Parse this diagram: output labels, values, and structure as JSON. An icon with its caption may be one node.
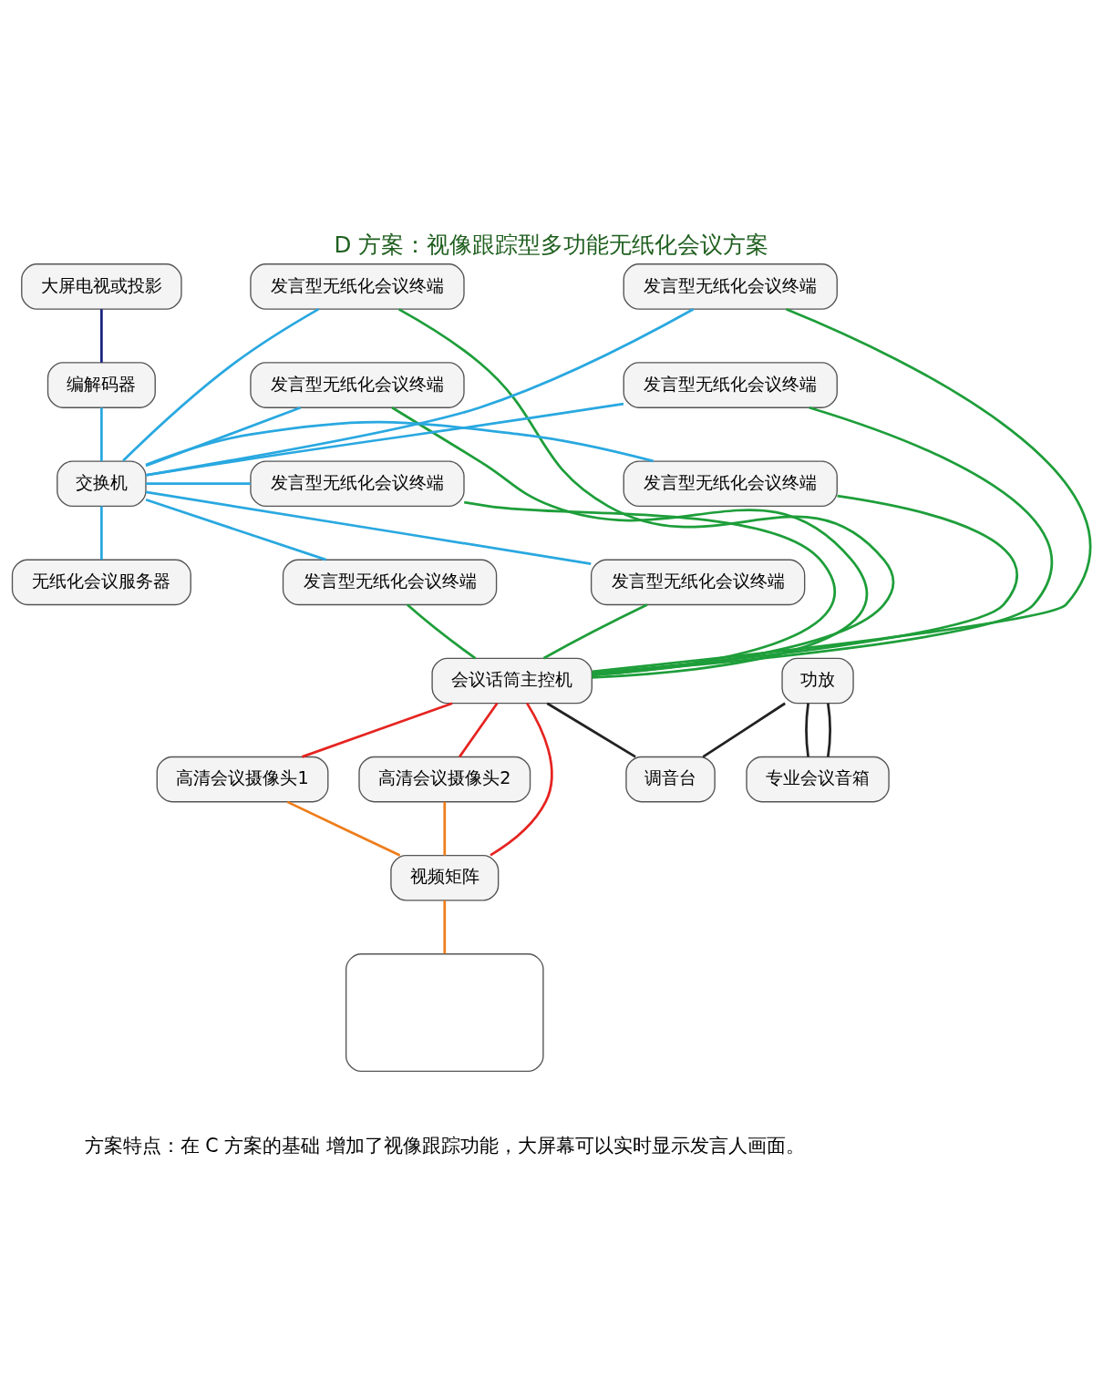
{
  "diagram": {
    "title": "D 方案：视像跟踪型多功能无纸化会议方案",
    "caption": "方案特点：在 C 方案的基础 增加了视像跟踪功能，大屏幕可以实时显示发言人画面。",
    "nodes": [
      {
        "text": [
          "大屏电视或投影"
        ]
      },
      {
        "text": [
          "编解码器"
        ]
      },
      {
        "text": [
          "交换机"
        ]
      },
      {
        "text": [
          "无纸化会议服务器"
        ]
      },
      {
        "text": [
          "发言型无纸化会议终端"
        ]
      },
      {
        "text": [
          "发言型无纸化会议终端"
        ]
      },
      {
        "text": [
          "发言型无纸化会议终端"
        ]
      },
      {
        "text": [
          "发言型无纸化会议终端"
        ]
      },
      {
        "text": [
          "发言型无纸化会议终端"
        ]
      },
      {
        "text": [
          "发言型无纸化会议终端"
        ]
      },
      {
        "text": [
          "发言型无纸化会议终端"
        ]
      },
      {
        "text": [
          "发言型无纸化会议终端"
        ]
      },
      {
        "text": [
          "会议话筒主控机"
        ]
      },
      {
        "text": [
          "高清会议摄像头1"
        ]
      },
      {
        "text": [
          "高清会议摄像头2"
        ]
      },
      {
        "text": [
          "功放"
        ]
      },
      {
        "text": [
          "调音台"
        ]
      },
      {
        "text": [
          "专业会议音箱"
        ]
      },
      {
        "text": [
          "视频矩阵"
        ]
      },
      {
        "text": [],
        "shape": "box"
      }
    ],
    "edges": [
      {
        "from": 0,
        "to": 1,
        "arrow": "none",
        "color": "#1a237e"
      },
      {
        "from": 1,
        "to": 2,
        "arrow": "none"
      },
      {
        "from": 2,
        "to": 3,
        "arrow": "none"
      },
      {
        "from": 4,
        "to": 2,
        "arrow": "none"
      },
      {
        "from": 5,
        "to": 2,
        "arrow": "none"
      },
      {
        "from": 6,
        "to": 2,
        "arrow": "none"
      },
      {
        "from": 7,
        "to": 2,
        "arrow": "none"
      },
      {
        "from": 8,
        "to": 2,
        "arrow": "none"
      },
      {
        "from": 9,
        "to": 2,
        "arrow": "none"
      },
      {
        "from": 10,
        "to": 2,
        "arrow": "none"
      },
      {
        "from": 11,
        "to": 2,
        "arrow": "none"
      },
      {
        "from": 4,
        "to": 12,
        "arrow": "none",
        "color": "#1e9e3a"
      },
      {
        "from": 5,
        "to": 12,
        "arrow": "none",
        "color": "#1e9e3a"
      },
      {
        "from": 6,
        "to": 12,
        "arrow": "none",
        "color": "#1e9e3a"
      },
      {
        "from": 7,
        "to": 12,
        "arrow": "none",
        "color": "#1e9e3a"
      },
      {
        "from": 8,
        "to": 12,
        "arrow": "none",
        "color": "#1e9e3a"
      },
      {
        "from": 9,
        "to": 12,
        "arrow": "none",
        "color": "#1e9e3a"
      },
      {
        "from": 10,
        "to": 12,
        "arrow": "none",
        "color": "#1e9e3a"
      },
      {
        "from": 11,
        "to": 12,
        "arrow": "none",
        "color": "#1e9e3a"
      },
      {
        "from": 12,
        "to": 13,
        "arrow": "none",
        "color": "#e52421"
      },
      {
        "from": 12,
        "to": 14,
        "arrow": "none",
        "color": "#e52421"
      },
      {
        "from": 12,
        "to": 18,
        "arrow": "none",
        "color": "#e52421"
      },
      {
        "from": 12,
        "to": 16,
        "arrow": "none",
        "color": "#222222"
      },
      {
        "from": 15,
        "to": 16,
        "arrow": "none",
        "color": "#222222"
      },
      {
        "from": 15,
        "to": 17,
        "arrow": "none",
        "color": "#222222"
      },
      {
        "from": 15,
        "to": 17,
        "arrow": "none",
        "color": "#222222"
      },
      {
        "from": 13,
        "to": 18,
        "arrow": "none",
        "color": "#ef7d1a"
      },
      {
        "from": 14,
        "to": 18,
        "arrow": "none",
        "color": "#ef7d1a"
      },
      {
        "from": 18,
        "to": 19,
        "arrow": "none",
        "color": "#ef7d1a"
      }
    ]
  }
}
